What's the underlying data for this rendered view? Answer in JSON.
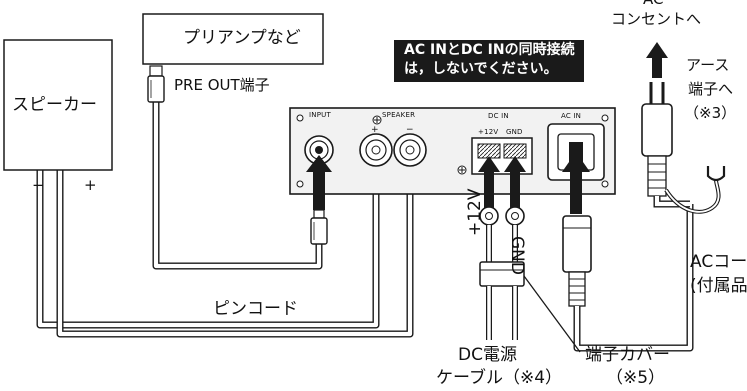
{
  "labels": {
    "preamp": "プリアンプなど",
    "speaker": "スピーカー",
    "speaker_minus": "−",
    "speaker_plus": "+",
    "pre_out": "PRE OUT端子",
    "panel_input": "INPUT",
    "panel_speaker": "SPEAKER",
    "panel_spk_plus": "+",
    "panel_spk_minus": "−",
    "panel_dcin": "DC IN",
    "panel_acin": "AC IN",
    "panel_12v": "+12V",
    "panel_gnd": "GND",
    "warning_line1": "AC INとDC INの同時接続",
    "warning_line2": "は，しないでください。",
    "ac_outlet_line1": "AC",
    "ac_outlet_line2": "コンセントへ",
    "earth_line1": "アース",
    "earth_line2": "端子へ",
    "earth_line3": "（※3）",
    "plus12v": "+12V",
    "gnd": "GND",
    "ac_cord_line1": "ACコー",
    "ac_cord_line2": "(付属品",
    "pin_cord": "ピンコード",
    "dc_cable_line1": "DC電源",
    "dc_cable_line2": "ケーブル（※4）",
    "terminal_cover": "端子カバー",
    "terminal_cover_note": "（※5）"
  },
  "colors": {
    "line": "#1a1a1a",
    "cable_fill": "#ffffff",
    "device_fill": "#ffffff",
    "panel_fill": "#f2f2f2",
    "warning_bg": "#1a1a1a",
    "warning_text": "#ffffff"
  }
}
